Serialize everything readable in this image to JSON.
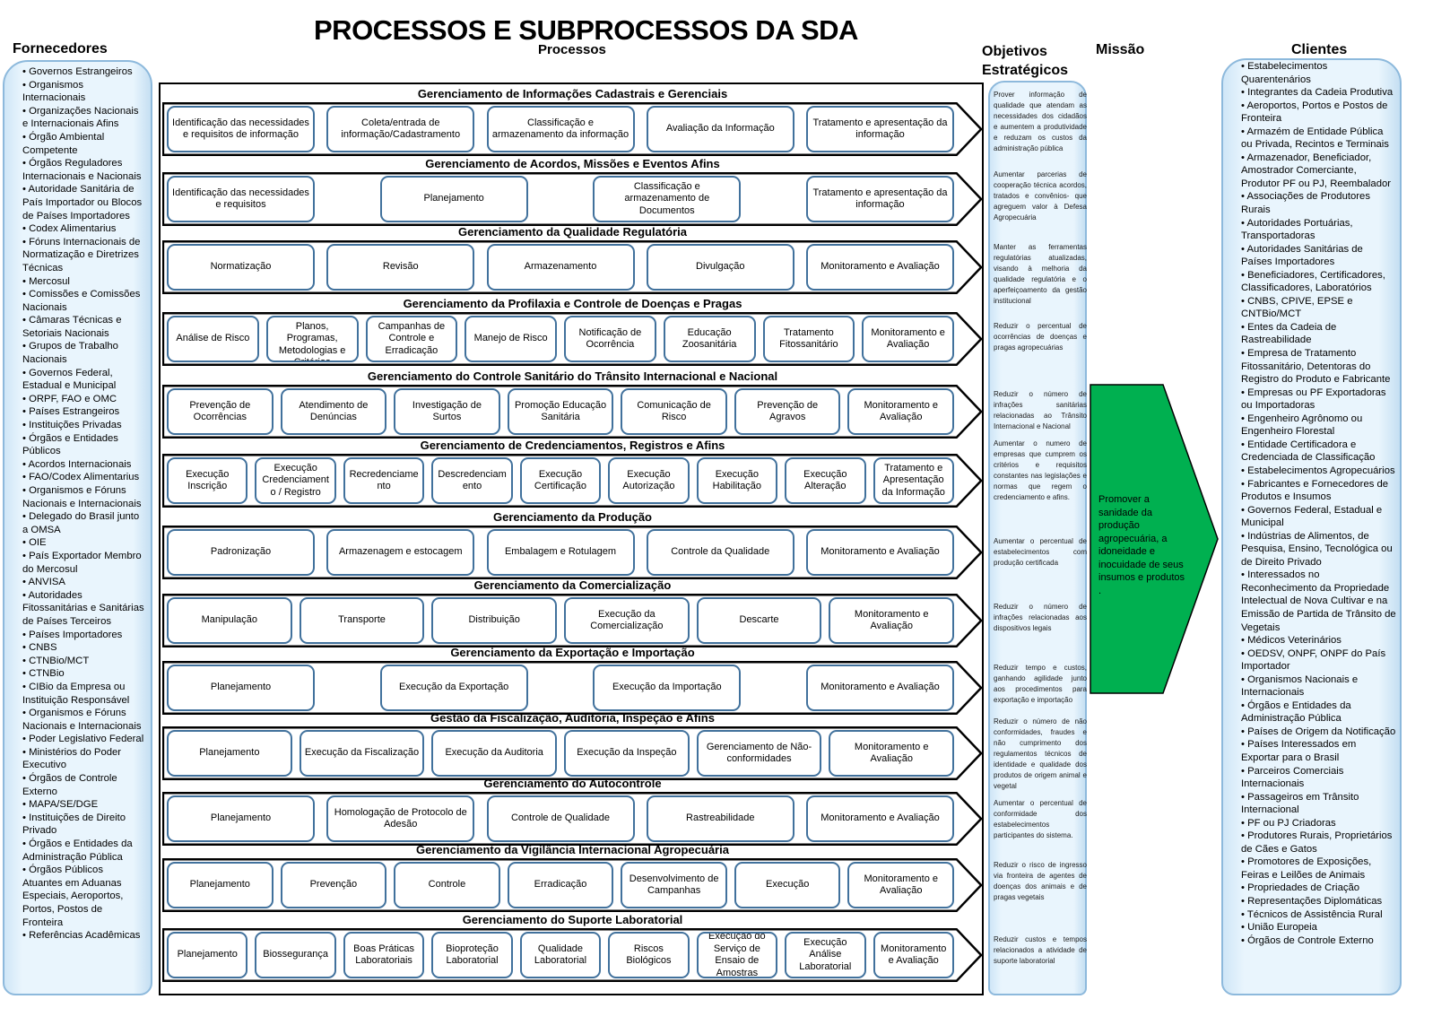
{
  "title": "PROCESSOS E SUBPROCESSOS DA SDA",
  "headers": {
    "fornecedores": "Fornecedores",
    "processos": "Processos",
    "objetivos_line1": "Objetivos",
    "objetivos_line2": "Estratégicos",
    "missao": "Missão",
    "clientes": "Clientes"
  },
  "colors": {
    "box_border": "#41719c",
    "mission_fill": "#00b050",
    "side_fill": "#e9f5fd"
  },
  "fornecedores": [
    "• Governos Estrangeiros",
    "• Organismos Internacionais",
    "• Organizações Nacionais e Internacionais Afins",
    "• Órgão Ambiental Competente",
    "• Órgãos Reguladores Internacionais e Nacionais",
    "• Autoridade Sanitária de País Importador ou Blocos de Países Importadores",
    "• Codex Alimentarius",
    "• Fóruns Internacionais de Normatização e Diretrizes Técnicas",
    "• Mercosul",
    "• Comissões e Comissões Nacionais",
    "• Câmaras Técnicas e Setoriais Nacionais",
    "• Grupos de Trabalho Nacionais",
    "• Governos Federal, Estadual e Municipal",
    "• ORPF, FAO e OMC",
    "• Países Estrangeiros",
    "•  Instituições Privadas",
    "• Órgãos e Entidades Públicos",
    "• Acordos Internacionais",
    "• FAO/Codex Alimentarius",
    "• Organismos e Fóruns Nacionais e Internacionais",
    "•  Delegado do Brasil junto a OMSA",
    "• OIE",
    "• País Exportador Membro do Mercosul",
    "• ANVISA",
    "• Autoridades Fitossanitárias e Sanitárias de Países Terceiros",
    "• Países Importadores",
    "• CNBS",
    "• CTNBio/MCT",
    "• CTNBio",
    "• CIBio da Empresa ou Instituição Responsável",
    "• Organismos e Fóruns Nacionais e Internacionais",
    "• Poder Legislativo Federal",
    "• Ministérios do Poder Executivo",
    "• Órgãos de Controle Externo",
    "• MAPA/SE/DGE",
    "• Instituições de Direito Privado",
    "• Órgãos e Entidades da Administração Pública",
    "• Órgãos Públicos Atuantes em Aduanas Especiais, Aeroportos, Portos, Postos de Fronteira",
    "• Referências Acadêmicas"
  ],
  "processos": [
    {
      "title": "Gerenciamento  de Informações Cadastrais e Gerenciais",
      "items": [
        "Identificação das necessidades e requisitos de informação",
        "Coleta/entrada de informação/Cadastramento",
        "Classificação e armazenamento da informação",
        "Avaliação da Informação",
        "Tratamento e apresentação da informação"
      ]
    },
    {
      "title": "Gerenciamento de Acordos, Missões e Eventos Afins",
      "items": [
        "Identificação das necessidades e requisitos",
        "Planejamento",
        "Classificação e armazenamento de Documentos",
        "Tratamento e apresentação da informação"
      ]
    },
    {
      "title": "Gerenciamento da Qualidade Regulatória",
      "items": [
        "Normatização",
        "Revisão",
        "Armazenamento",
        "Divulgação",
        "Monitoramento e Avaliação"
      ]
    },
    {
      "title": "Gerenciamento da Profilaxia e Controle de Doenças e Pragas",
      "items": [
        "Análise de Risco",
        "Gerenciamento de Planos, Programas, Metodologias e Critérios",
        "Campanhas de Controle e Erradicação",
        "Manejo de Risco",
        "Notificação de Ocorrência",
        "Educação Zoosanitária",
        "Tratamento Fitossanitário",
        "Monitoramento e Avaliação"
      ]
    },
    {
      "title": "Gerenciamento  do Controle Sanitário do Trânsito Internacional e Nacional",
      "items": [
        "Prevenção de Ocorrências",
        "Atendimento de Denúncias",
        "Investigação de Surtos",
        "Promoção Educação Sanitária",
        "Comunicação de Risco",
        "Prevenção de Agravos",
        "Monitoramento e Avaliação"
      ]
    },
    {
      "title": "Gerenciamento de Credenciamentos, Registros e Afins",
      "items": [
        "Execução Inscrição",
        "Execução Credenciamento / Registro",
        "Recredenciamento",
        "Descredenciamento",
        "Execução Certificação",
        "Execução Autorização",
        "Execução Habilitação",
        "Execução Alteração",
        "Tratamento e Apresentação da Informação"
      ]
    },
    {
      "title": "Gerenciamento da Produção",
      "items": [
        "Padronização",
        "Armazenagem e estocagem",
        "Embalagem e Rotulagem",
        "Controle da Qualidade",
        "Monitoramento e Avaliação"
      ]
    },
    {
      "title": "Gerenciamento da Comercialização",
      "items": [
        "Manipulação",
        "Transporte",
        "Distribuição",
        "Execução da Comercialização",
        "Descarte",
        "Monitoramento e Avaliação"
      ]
    },
    {
      "title": "Gerenciamento da Exportação e Importação",
      "items": [
        "Planejamento",
        "Execução da Exportação",
        "Execução da Importação",
        "Monitoramento e Avaliação"
      ]
    },
    {
      "title": "Gestão da Fiscalização, Auditoria, Inspeção e Afins",
      "items": [
        "Planejamento",
        "Execução da Fiscalização",
        "Execução da Auditoria",
        "Execução da Inspeção",
        "Gerenciamento de Não-conformidades",
        "Monitoramento e Avaliação"
      ]
    },
    {
      "title": "Gerenciamento do Autocontrole",
      "items": [
        "Planejamento",
        "Homologação de Protocolo de Adesão",
        "Controle de Qualidade",
        "Rastreabilidade",
        "Monitoramento e Avaliação"
      ]
    },
    {
      "title": "Gerenciamento da Vigilância Internacional Agropecuária",
      "items": [
        "Planejamento",
        "Prevenção",
        "Controle",
        "Erradicação",
        "Desenvolvimento de Campanhas",
        "Execução",
        "Monitoramento e Avaliação"
      ]
    },
    {
      "title": "Gerenciamento do  Suporte Laboratorial",
      "items": [
        "Planejamento",
        "Biossegurança",
        "Boas Práticas Laboratoriais",
        "Bioproteção Laboratorial",
        "Qualidade Laboratorial",
        "Riscos Biológicos",
        "Execução do Serviço de Ensaio de Amostras",
        "Execução Análise Laboratorial",
        "Monitoramento e Avaliação"
      ]
    }
  ],
  "objetivos": [
    "Prover informação de qualidade que atendam as necessidades dos cidadãos e aumentem a produtividade e reduzam os custos da administração pública",
    "Aumentar parcerias de cooperação técnica acordos, tratados e convênios- que agreguem valor à Defesa Agropecuária",
    "Manter as ferramentas regulatórias atualizadas, visando à melhoria da qualidade regulatória e o aperfeiçoamento da gestão institucional",
    "Reduzir o percentual de ocorrências de doenças e pragas agropecuárias",
    "Reduzir o número de infrações sanitárias relacionadas ao Trânsito Internacional e Nacional",
    "Aumentar o numero de empresas que cumprem os critérios e requisitos constantes nas legislações e normas que regem o credenciamento e afins.",
    "Aumentar o percentual de estabelecimentos com produção certificada",
    "Reduzir o número de infrações relacionadas aos dispositivos legais",
    "Reduzir tempo e custos, ganhando agilidade junto aos procedimentos para exportação e importação",
    "Reduzir o número de não conformidades, fraudes e não cumprimento dos regulamentos técnicos de identidade e qualidade dos produtos de origem animal e vegetal",
    "Aumentar o percentual de conformidade dos estabelecimentos participantes do sistema.",
    "Reduzir o risco de ingresso via fronteira de agentes de doenças dos animais e de pragas vegetais",
    "Reduzir custos e tempos relacionados a atividade de suporte laboratorial"
  ],
  "missao": "Promover a sanidade da produção agropecuária, a idoneidade e inocuidade de seus insumos e produtos .",
  "clientes": [
    "• Estabelecimentos Quarentenários",
    "• Integrantes da Cadeia Produtiva",
    "• Aeroportos, Portos e Postos de Fronteira",
    "• Armazém de Entidade Pública ou Privada, Recintos e Terminais",
    "• Armazenador, Beneficiador, Amostrador Comerciante, Produtor PF ou PJ, Reembalador",
    "• Associações de Produtores Rurais",
    "• Autoridades Portuárias, Transportadoras",
    "• Autoridades Sanitárias de Países Importadores",
    "• Beneficiadores, Certificadores, Classificadores, Laboratórios",
    "• CNBS, CPIVE, EPSE e CNTBio/MCT",
    "• Entes da Cadeia de Rastreabilidade",
    "• Empresa de Tratamento Fitossanitário, Detentoras do Registro do Produto e Fabricante",
    "• Empresas ou PF Exportadoras ou Importadoras",
    "• Engenheiro Agrônomo ou Engenheiro Florestal",
    "• Entidade Certificadora e Credenciada de Classificação",
    "• Estabelecimentos Agropecuários",
    "• Fabricantes e Fornecedores de Produtos e Insumos",
    "• Governos Federal, Estadual e Municipal",
    "• Indústrias de Alimentos, de Pesquisa, Ensino, Tecnológica ou de Direito Privado",
    "• Interessados no Reconhecimento da Propriedade Intelectual de Nova Cultivar e na Emissão de Partida de Trânsito de Vegetais",
    "• Médicos Veterinários",
    "• OEDSV, ONPF,  ONPF do País Importador",
    "•  Organismos Nacionais e Internacionais",
    "• Órgãos e Entidades da Administração Pública",
    "• Países de Origem da Notificação",
    "• Países Interessados em Exportar para o Brasil",
    "• Parceiros Comerciais Internacionais",
    "• Passageiros em Trânsito Internacional",
    "• PF ou PJ Criadoras",
    "• Produtores Rurais, Proprietários de Cães e Gatos",
    "• Promotores de Exposições, Feiras e Leilões de Animais",
    "• Propriedades de Criação",
    "• Representações Diplomáticas",
    "• Técnicos de Assistência Rural",
    "• União Europeia",
    "• Órgãos de Controle Externo"
  ]
}
